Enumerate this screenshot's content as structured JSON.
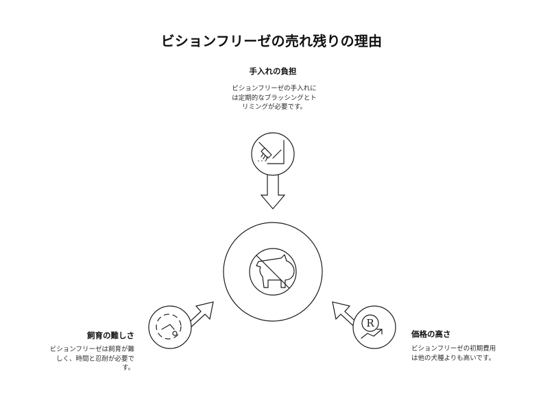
{
  "title": "ビションフリーゼの売れ残りの理由",
  "center": {
    "icon": "no-dog-icon",
    "icon_description": "prohibition circle with dog silhouette and diagonal slash"
  },
  "branches": [
    {
      "id": "grooming",
      "position": "top",
      "label": "手入れの負担",
      "description": "ビションフリーゼの手入れには定期的なブラッシングとトリミングが必要です。",
      "icon": "grooming-brush-icon",
      "arrow": "arrow-down"
    },
    {
      "id": "difficulty",
      "position": "left",
      "label": "飼育の難しさ",
      "description": "ビションフリーゼは飼育が難しく、時間と忍耐が必要です。",
      "icon": "clock-dashed-icon",
      "arrow": "arrow-up-right"
    },
    {
      "id": "price",
      "position": "right",
      "label": "価格の高さ",
      "description": "ビションフリーゼの初期費用は他の犬種よりも高いです。",
      "icon": "price-trend-icon",
      "arrow": "arrow-up-left"
    }
  ],
  "colors": {
    "background": "#ffffff",
    "stroke": "#1a1a1a",
    "text": "#111111",
    "body_text": "#2b2b2b"
  }
}
